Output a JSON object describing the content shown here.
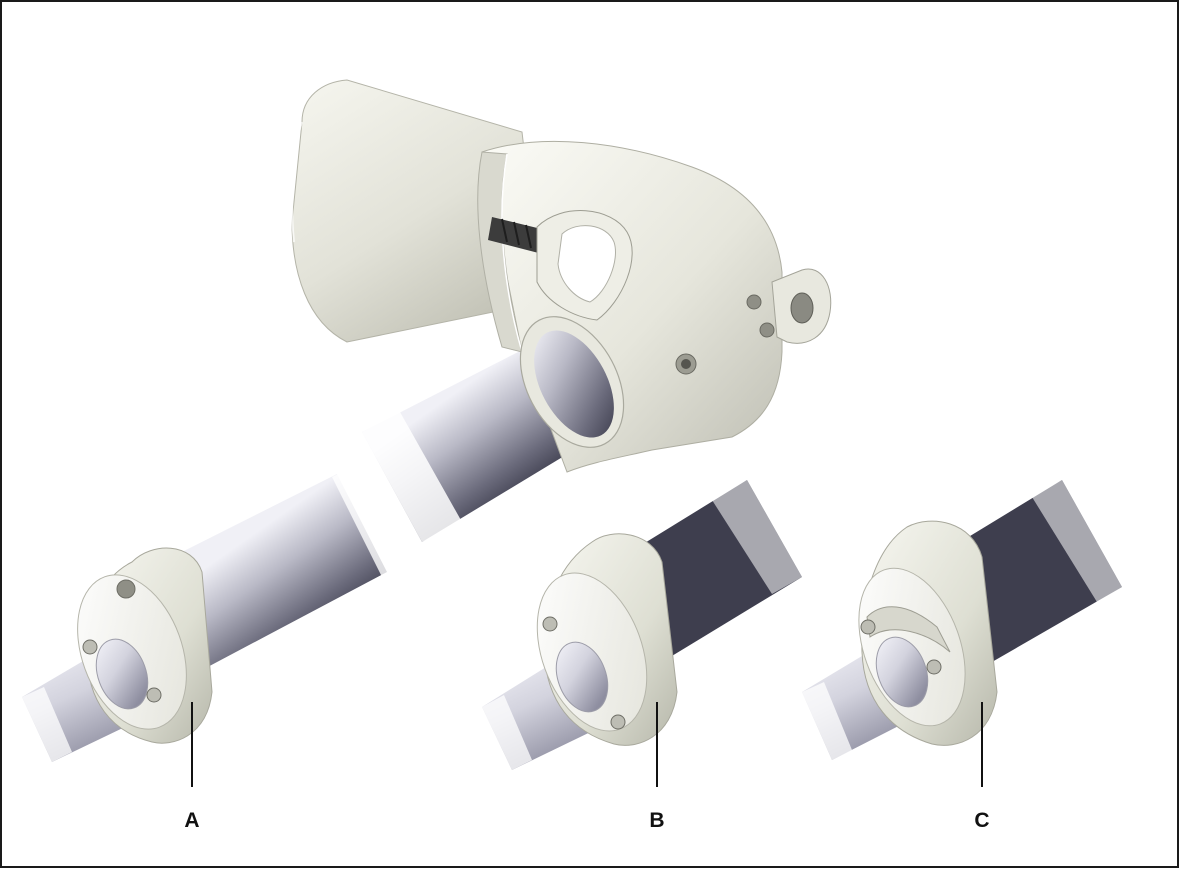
{
  "figure": {
    "labels": {
      "a": "A",
      "b": "B",
      "c": "C"
    }
  },
  "colors": {
    "frame": "#1a1a1a",
    "housing_light": "#f3f3ec",
    "housing_mid": "#d9d9cf",
    "housing_dark": "#a9a99e",
    "tube_light": "#ececf4",
    "tube_mid": "#a6a6b4",
    "tube_dark": "#4d4d5e",
    "rod_light": "#f2f2f8",
    "rod_dark": "#8b8b9c",
    "callout_line": "#111111"
  },
  "icons": {
    "actuator": "linear-actuator-motor",
    "cable_gland": "cable-gland",
    "rear_mount": "rear-mounting-eye",
    "variant_a": "end-cap-variant-a",
    "variant_b": "end-cap-variant-b",
    "variant_c": "end-cap-variant-c"
  }
}
